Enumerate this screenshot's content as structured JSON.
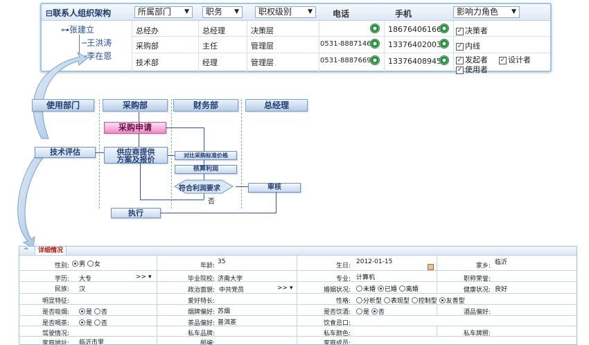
{
  "contacts": {
    "org_title": "联系人组织架构",
    "filters": [
      {
        "label": "所属部门"
      },
      {
        "label": "职务"
      },
      {
        "label": "职权级别"
      },
      {
        "label": "影响力角色"
      }
    ],
    "col_phone": "电话",
    "col_mobile": "手机",
    "tree": {
      "root": "张建立",
      "children": [
        "王洪涛",
        "李在恩"
      ]
    },
    "rows": [
      {
        "dept": "总经办",
        "title": "总经理",
        "level": "决策层",
        "phone": "",
        "mobile": "18676406166",
        "roles": [
          "决策者"
        ]
      },
      {
        "dept": "采购部",
        "title": "主任",
        "level": "管理层",
        "phone": "0531-8887146",
        "mobile": "13376402003",
        "roles": [
          "内线"
        ]
      },
      {
        "dept": "技术部",
        "title": "经理",
        "level": "管理层",
        "phone": "0531-8887669",
        "mobile": "13376408945",
        "roles": [
          "发起者",
          "设计者",
          "使用者"
        ]
      }
    ]
  },
  "flow": {
    "lanes": [
      "使用部门",
      "采购部",
      "财务部",
      "总经理"
    ],
    "nodes": {
      "purchase_request": "采购申请",
      "tech_eval": "技术评估",
      "supplier_plan_l1": "供应商提供",
      "supplier_plan_l2": "方案及报价",
      "compare_price": "对比采购标准价格",
      "calc_profit": "核算利润",
      "profit_check": "符合利润要求",
      "no_label": "否",
      "review": "审核",
      "execute": "执行"
    }
  },
  "form": {
    "tab_label": "详细情况",
    "caret": "^",
    "fields": {
      "gender_label": "性别:",
      "gender_opts": [
        "男",
        "女"
      ],
      "age_label": "年龄:",
      "age": "35",
      "birthday_label": "生日:",
      "birthday": "2012-01-15",
      "hometown_label": "家乡:",
      "hometown": "临沂",
      "edu_label": "学历:",
      "edu": "大专",
      "school_label": "毕业院校:",
      "school": "济南大学",
      "major_label": "专业:",
      "major": "计算机",
      "honor_label": "职称荣誉:",
      "ethnic_label": "民族:",
      "ethnic": "汉",
      "party_label": "政治面貌:",
      "party": "中共党员",
      "marriage_label": "婚姻状况:",
      "marriage_opts": [
        "未婚",
        "已婚",
        "离婚"
      ],
      "health_label": "健康状况:",
      "health": "良好",
      "feature_label": "明显特征:",
      "hobby_label": "爱好特长:",
      "personality_label": "性格:",
      "personality_opts": [
        "分析型",
        "表现型",
        "控制型",
        "友善型"
      ],
      "smoke_label": "是否吸烟:",
      "yesno": [
        "是",
        "否"
      ],
      "cig_label": "烟牌偏好:",
      "cig": "苏烟",
      "drink_label": "是否饮酒:",
      "wine_label": "酒品偏好:",
      "tea_label": "是否喝茶:",
      "tea_brand_label": "茶品偏好:",
      "tea_brand": "普洱茶",
      "taste_label": "饮食忌口:",
      "car_label": "驾驶情况:",
      "car_brand_label": "私车品牌:",
      "car_color_label": "私车颜色:",
      "car_plate_label": "私车牌照:",
      "address_label": "家庭地址:",
      "address": "临沂市里",
      "postcode_label": "邮编:",
      "family_label": "家庭成员:",
      "more_arrow": ">>"
    }
  }
}
